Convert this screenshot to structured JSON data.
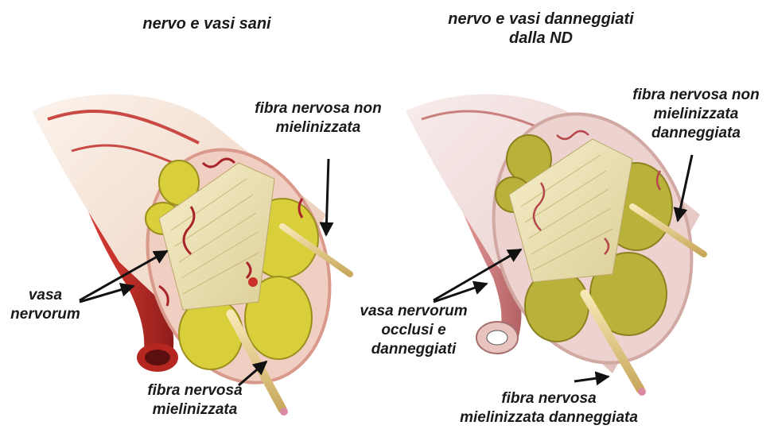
{
  "left_panel": {
    "title": "nervo e vasi sani",
    "labels": {
      "unmyelinated": [
        "fibra nervosa non",
        "mielinizzata"
      ],
      "vasa": [
        "vasa",
        "nervorum"
      ],
      "myelinated": [
        "fibra nervosa",
        "mielinizzata"
      ]
    }
  },
  "right_panel": {
    "title": [
      "nervo e vasi danneggiati",
      "dalla ND"
    ],
    "labels": {
      "unmyelinated": [
        "fibra nervosa non",
        "mielinizzata",
        "danneggiata"
      ],
      "vasa": [
        "vasa nervorum",
        "occlusi e",
        "danneggiati"
      ],
      "myelinated": [
        "fibra nervosa",
        "mielinizzata danneggiata"
      ]
    }
  },
  "colors": {
    "nerve_sheath": "#f1d9c9",
    "sheath_edge": "#d99a8c",
    "fascicle_healthy": "#d9cf3a",
    "fascicle_damaged": "#b9b23a",
    "fiber_bundle": "#efe6b8",
    "artery": "#c8322a",
    "artery_damaged": "#d98a8a",
    "vessel_lines": "#a8242a"
  }
}
